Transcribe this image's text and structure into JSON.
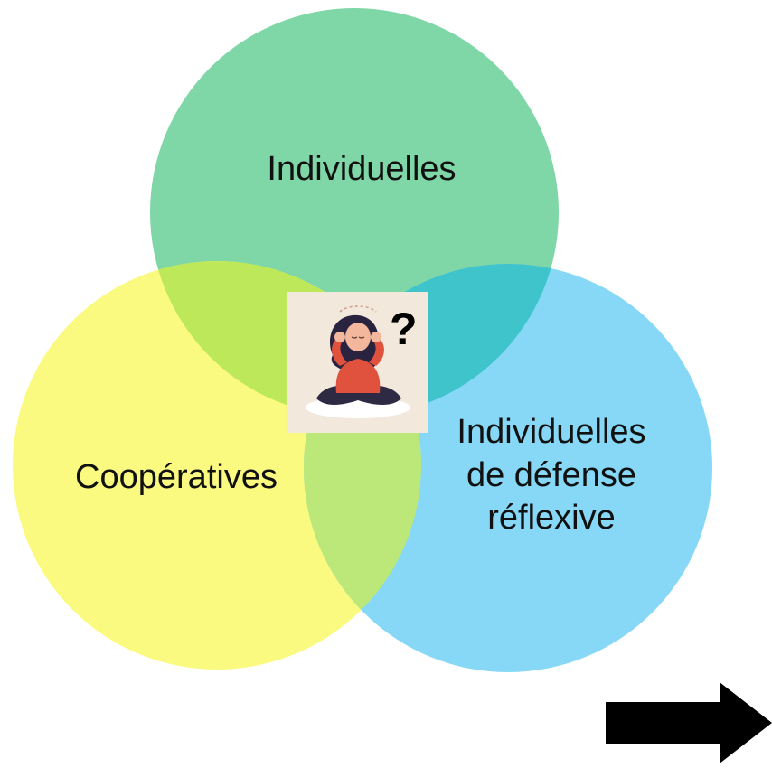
{
  "diagram": {
    "circles": [
      {
        "id": "top",
        "label_lines": [
          "Individuelles"
        ],
        "color": "#7fd6a6"
      },
      {
        "id": "left",
        "label_lines": [
          "Coopératives"
        ],
        "color": "#fafa7a"
      },
      {
        "id": "right",
        "label_lines": [
          "Individuelles",
          "de défense",
          "réflexive"
        ],
        "color": "#7fd6f5"
      }
    ],
    "overlap_colors": {
      "top_left": "#bde85a",
      "top_right": "#3fc4cc",
      "left_right": "#bce87a"
    },
    "center_image": {
      "icon": "stressed-woman-meditating-icon",
      "question_mark": "?",
      "background_color": "#f3e8dc"
    },
    "next_arrow": {
      "icon": "right-arrow-icon",
      "color": "#000000"
    }
  }
}
